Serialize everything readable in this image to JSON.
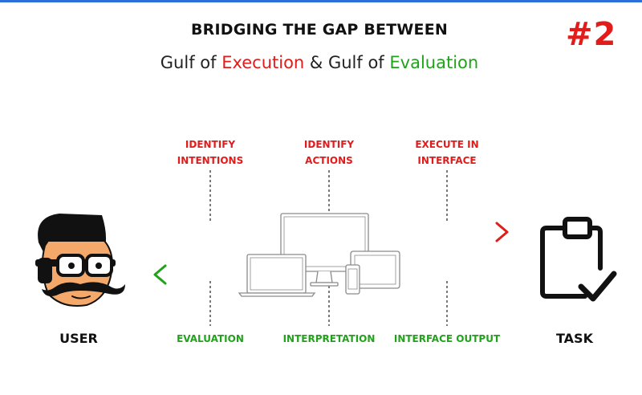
{
  "header": {
    "title": "BRIDGING THE GAP BETWEEN",
    "subtitle_part1": "Gulf of ",
    "subtitle_execution": "Execution",
    "subtitle_part2": " & Gulf of ",
    "subtitle_evaluation": "Evaluation",
    "badge": "#2"
  },
  "actors": {
    "user": {
      "label": "USER",
      "icon": "user-avatar-icon"
    },
    "task": {
      "label": "TASK",
      "icon": "clipboard-check-icon"
    }
  },
  "execution_steps": [
    {
      "line1": "IDENTIFY",
      "line2": "INTENTIONS"
    },
    {
      "line1": "IDENTIFY",
      "line2": "ACTIONS"
    },
    {
      "line1": "EXECUTE IN",
      "line2": "INTERFACE"
    }
  ],
  "evaluation_steps": [
    {
      "label": "EVALUATION"
    },
    {
      "label": "INTERPRETATION"
    },
    {
      "label": "INTERFACE OUTPUT"
    }
  ],
  "colors": {
    "execution": "#e21b1b",
    "evaluation": "#21a21b",
    "topbar": "#2a6fdb",
    "icon": "#111111",
    "skin": "#f4a96a",
    "device_outline": "#8a8a8a"
  }
}
